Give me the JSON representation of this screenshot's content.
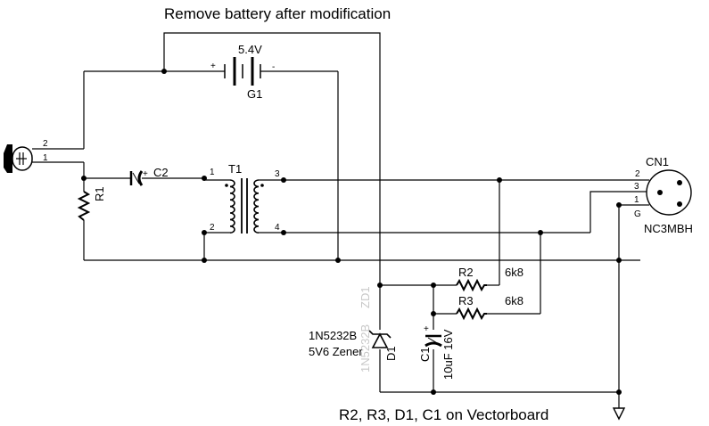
{
  "title": "Remove battery after modification",
  "footer": "R2, R3, D1, C1 on Vectorboard",
  "battery": {
    "value": "5.4V",
    "ref": "G1",
    "plus": "+",
    "minus": "-"
  },
  "capacitor_c2": {
    "ref": "C2",
    "plus": "+"
  },
  "resistor_r1": {
    "ref": "R1"
  },
  "transformer": {
    "ref": "T1",
    "pins": [
      "1",
      "2",
      "3",
      "4"
    ]
  },
  "mic_jack": {
    "pins": [
      "2",
      "1"
    ]
  },
  "connector": {
    "ref": "CN1",
    "part": "NC3MBH",
    "pins": [
      "2",
      "3",
      "1",
      "G"
    ]
  },
  "resistor_r2": {
    "ref": "R2",
    "value": "6k8"
  },
  "resistor_r3": {
    "ref": "R3",
    "value": "6k8"
  },
  "diode": {
    "part": "1N5232B",
    "desc": "5V6 Zener",
    "ref": "D1",
    "ghost_ref": "ZD1",
    "ghost_part": "1N5232B"
  },
  "capacitor_c1": {
    "ref": "C1",
    "value": "10uF 16V",
    "plus": "+"
  },
  "colors": {
    "wire": "#000000",
    "ghost_text": "#c8c8c8",
    "background": "#ffffff"
  }
}
